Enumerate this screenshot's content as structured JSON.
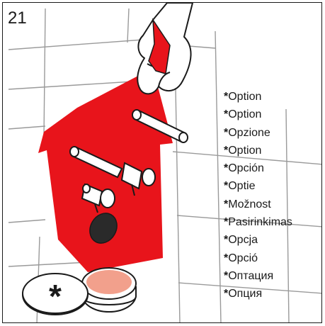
{
  "step_number": "21",
  "options": [
    {
      "mark": "*",
      "text": "Option"
    },
    {
      "mark": "*",
      "text": "Option"
    },
    {
      "mark": "*",
      "text": "Opzione"
    },
    {
      "mark": "*",
      "text": "Option"
    },
    {
      "mark": "*",
      "text": "Opción"
    },
    {
      "mark": "*",
      "text": "Optie"
    },
    {
      "mark": "*",
      "text": "Možnost"
    },
    {
      "mark": "*",
      "text": "Pasirinkimas"
    },
    {
      "mark": "*",
      "text": "Opcja"
    },
    {
      "mark": "*",
      "text": "Opció"
    },
    {
      "mark": "*",
      "text": "Оптация"
    },
    {
      "mark": "*",
      "text": "Опция"
    }
  ],
  "jar_label": "*",
  "colors": {
    "sheet": "#e8141b",
    "grease": "#f2a08c",
    "outline": "#1a1a1a",
    "tile_lines": "#9a9a9a"
  }
}
